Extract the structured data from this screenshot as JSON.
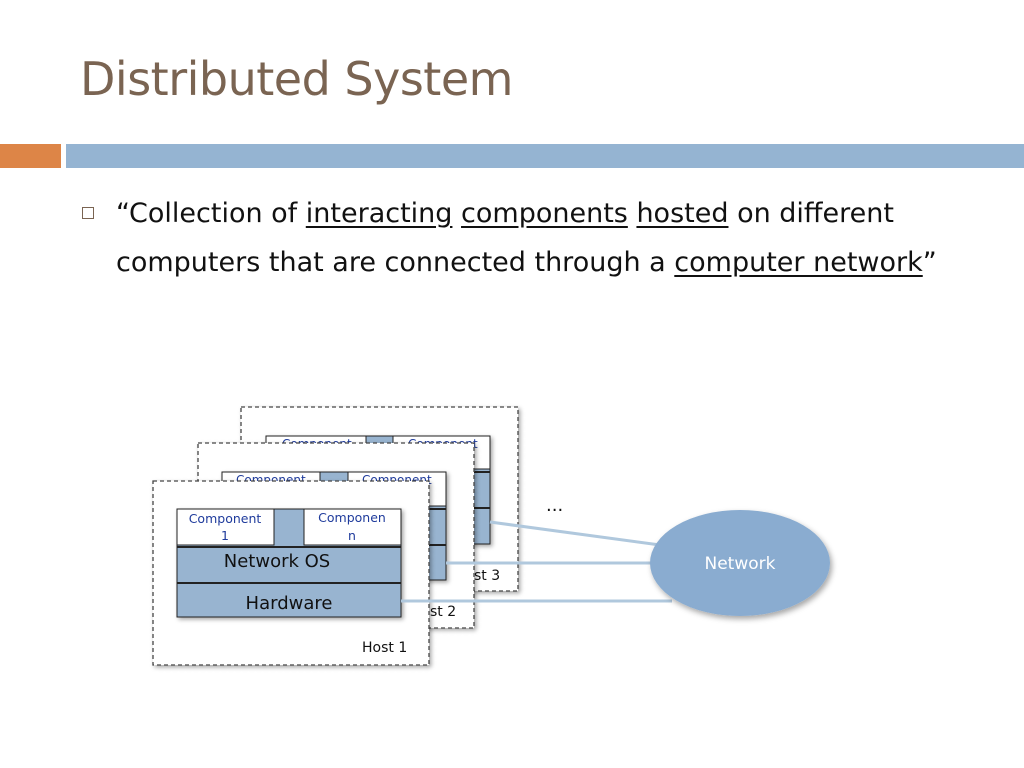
{
  "slide": {
    "title": "Distributed System",
    "bullet": {
      "open_quote": "“",
      "text_1": "Collection of ",
      "u1": "interacting",
      "sp1": " ",
      "u2": "components",
      "sp2": " ",
      "u3": "hosted",
      "text_2": " on different computers that are connected through a ",
      "u4": "computer network",
      "close_quote": "”"
    }
  },
  "diagram": {
    "host1": {
      "label": "Host 1",
      "component_1_line1": "Component",
      "component_1_line2": "1",
      "component_n_line1": "Componen",
      "component_n_line2": "n",
      "network_os": "Network OS",
      "hardware": "Hardware"
    },
    "host2": {
      "label_partial": "st 2",
      "component_partial_1": "Component",
      "component_partial_2": "Component"
    },
    "host3": {
      "label_partial": "st 3",
      "component_partial_1": "Component",
      "component_partial_2": "Component"
    },
    "ellipsis": "...",
    "network_label": "Network",
    "colors": {
      "layer_fill": "#98b4d0",
      "network_fill": "#8aacd0",
      "component_text": "#1f3b9c",
      "link_line": "#b0c8dd"
    }
  }
}
